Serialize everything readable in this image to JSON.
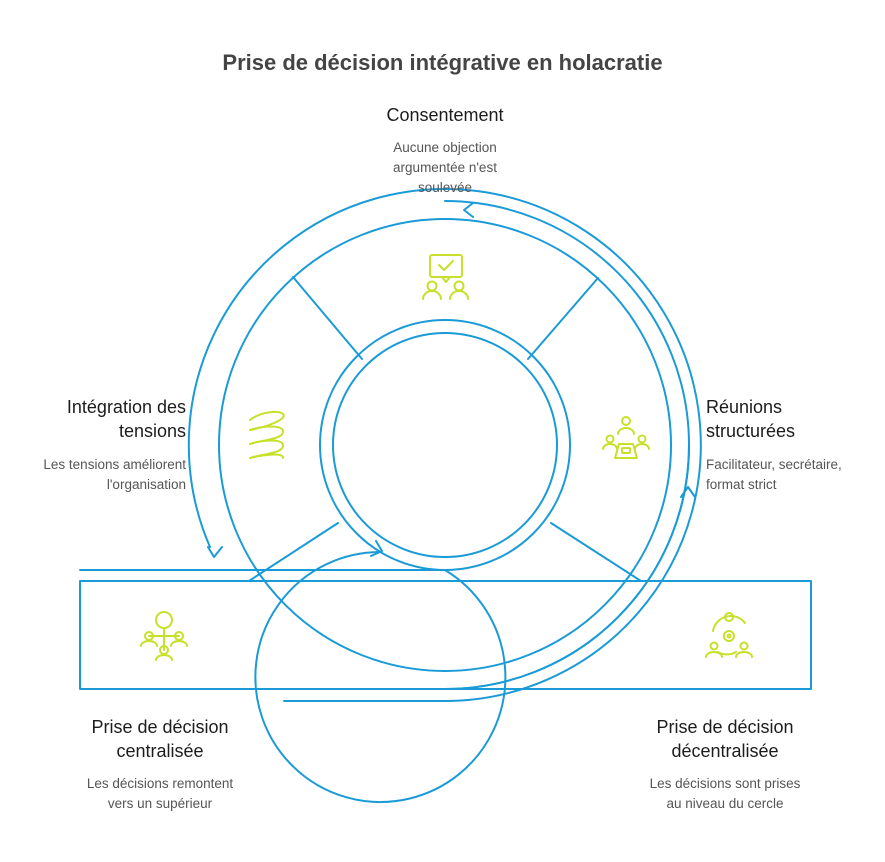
{
  "title": "Prise de décision intégrative en holacratie",
  "colors": {
    "line": "#1a9bd7",
    "icon": "#c8e02a",
    "text": "#222222",
    "muted": "#555555"
  },
  "nodes": {
    "consent": {
      "heading": "Consentement",
      "description": [
        "Aucune objection",
        "argumentée n'est",
        "soulevée"
      ],
      "icon": "presentation-approval-icon"
    },
    "meetings": {
      "heading": [
        "Réunions",
        "structurées"
      ],
      "description": [
        "Facilitateur, secrétaire,",
        "format strict"
      ],
      "icon": "meeting-table-icon"
    },
    "integration": {
      "heading": [
        "Intégration des",
        "tensions"
      ],
      "description": [
        "Les tensions améliorent",
        "l'organisation"
      ],
      "icon": "spring-coil-icon"
    },
    "centralized": {
      "heading": [
        "Prise de décision",
        "centralisée"
      ],
      "description": [
        "Les décisions remontent",
        "vers un supérieur"
      ],
      "icon": "hierarchy-icon"
    },
    "decentralized": {
      "heading": [
        "Prise de décision",
        "décentralisée"
      ],
      "description": [
        "Les décisions sont prises",
        "au niveau du cercle"
      ],
      "icon": "circle-team-icon"
    }
  }
}
